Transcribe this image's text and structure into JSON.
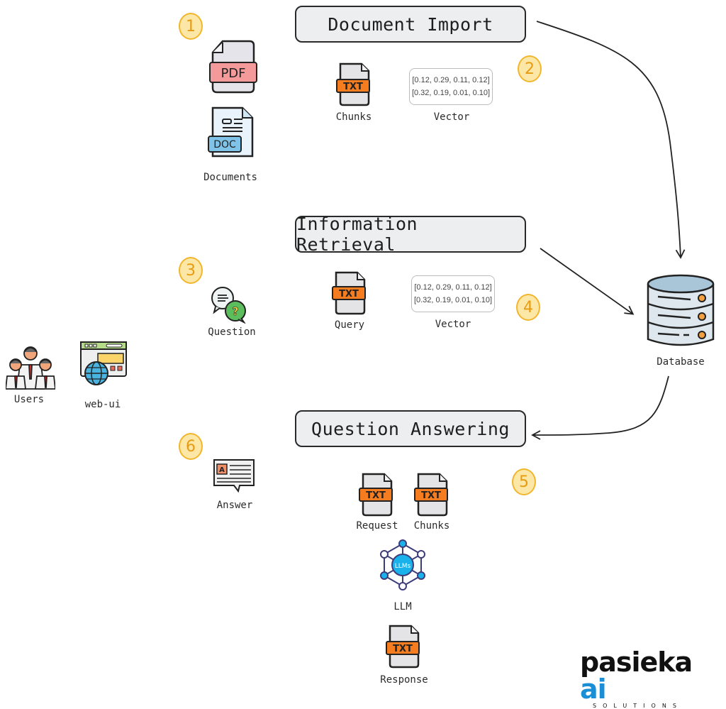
{
  "sections": {
    "document_import": "Document Import",
    "information_retrieval": "Information Retrieval",
    "question_answering": "Question Answering"
  },
  "steps": [
    "1",
    "2",
    "3",
    "4",
    "5",
    "6"
  ],
  "labels": {
    "documents": "Documents",
    "chunks": "Chunks",
    "vector": "Vector",
    "question": "Question",
    "query": "Query",
    "users": "Users",
    "web_ui": "web-ui",
    "database": "Database",
    "answer": "Answer",
    "request": "Request",
    "chunks2": "Chunks",
    "llm": "LLM",
    "response": "Response"
  },
  "file_badges": {
    "pdf": "PDF",
    "doc": "DOC",
    "txt": "TXT",
    "llms": "LLMs",
    "answer_letter": "A"
  },
  "vectors": {
    "import": [
      "[0.12, 0.29, 0.11, 0.12]",
      "[0.32, 0.19, 0.01, 0.10]"
    ],
    "retrieval": [
      "[0.12, 0.29, 0.11, 0.12]",
      "[0.32, 0.19, 0.01, 0.10]"
    ]
  },
  "logo": {
    "main": "pasieka",
    "accent": "ai",
    "sub": "SOLUTIONS"
  },
  "colors": {
    "badge_fill": "#fde7a6",
    "badge_stroke": "#f2b62c",
    "txt_orange": "#f57c1f",
    "pdf_pink": "#f59a9a",
    "doc_blue": "#7fc3e8",
    "llm_blue": "#1ab2ea",
    "logo_blue": "#1a8fd6"
  }
}
